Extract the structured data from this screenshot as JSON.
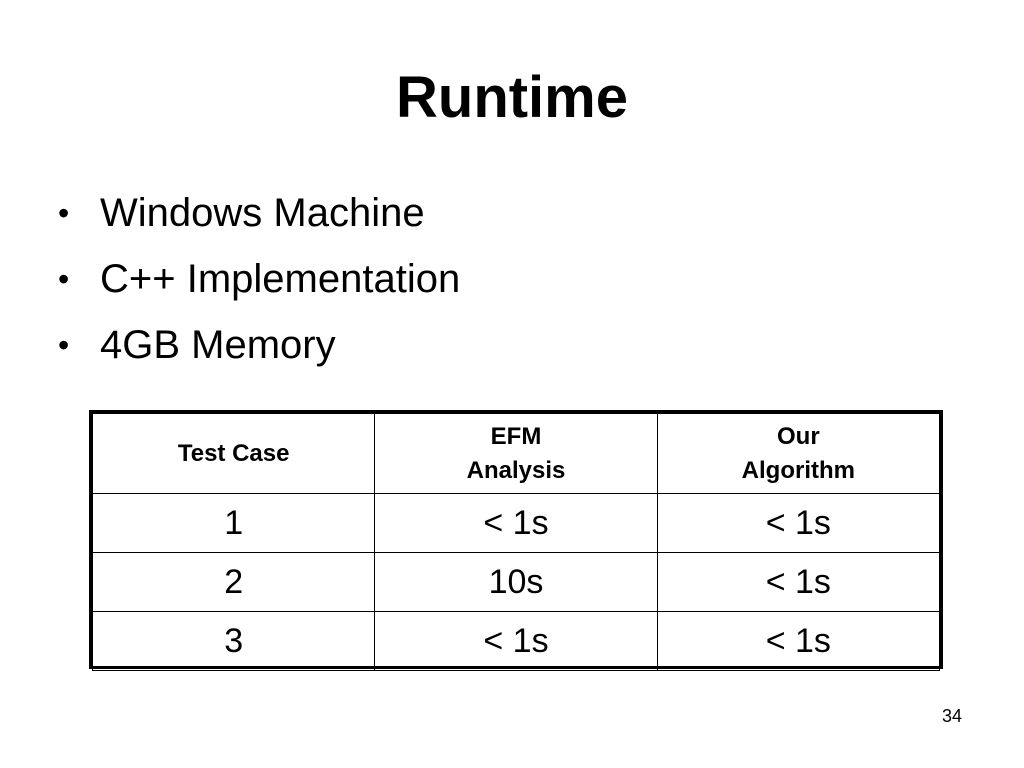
{
  "slide": {
    "title": "Runtime",
    "bullets": [
      "Windows Machine",
      "C++ Implementation",
      "4GB Memory"
    ],
    "bullet_glyph": "•",
    "table": {
      "headers": [
        [
          "Test Case"
        ],
        [
          "EFM",
          "Analysis"
        ],
        [
          "Our",
          "Algorithm"
        ]
      ],
      "rows": [
        [
          "1",
          "< 1s",
          "< 1s"
        ],
        [
          "2",
          "10s",
          "< 1s"
        ],
        [
          "3",
          "< 1s",
          "< 1s"
        ]
      ]
    },
    "page_number": "34"
  }
}
